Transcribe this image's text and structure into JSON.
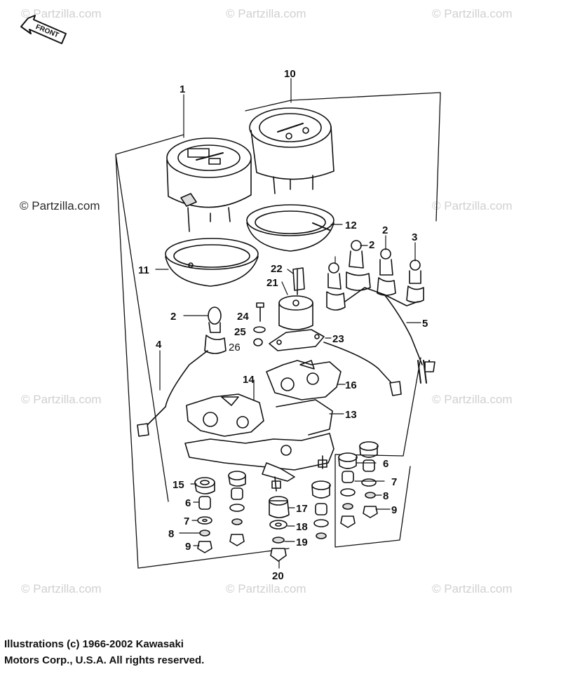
{
  "watermarks": {
    "text": "© Partzilla.com",
    "main_text": "© Partzilla.com"
  },
  "front_label": "FRONT",
  "callouts": [
    "1",
    "10",
    "2",
    "2",
    "2",
    "3",
    "12",
    "11",
    "22",
    "21",
    "24",
    "25",
    "26",
    "23",
    "5",
    "4",
    "14",
    "16",
    "13",
    "15",
    "6",
    "6",
    "7",
    "7",
    "8",
    "8",
    "9",
    "9",
    "17",
    "18",
    "19",
    "20"
  ],
  "copyright": {
    "line1": "Illustrations (c) 1966-2002 Kawasaki",
    "line2": "Motors Corp., U.S.A.  All rights reserved."
  },
  "colors": {
    "line": "#111111",
    "watermark": "#d0d0d0",
    "background": "#ffffff"
  }
}
